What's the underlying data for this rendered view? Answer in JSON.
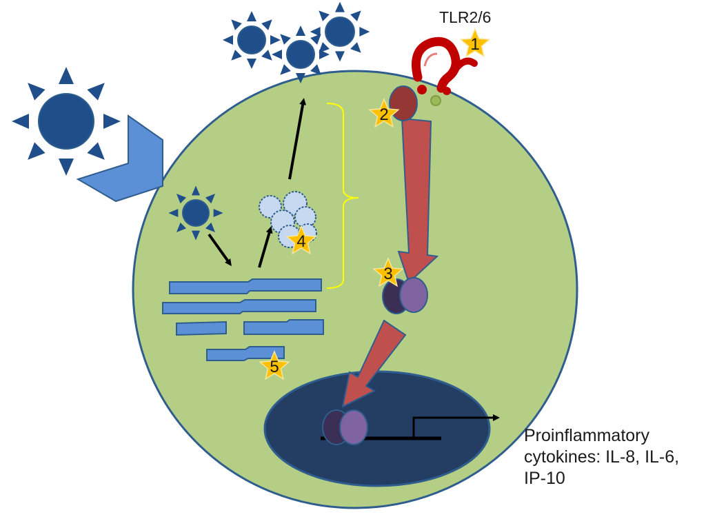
{
  "labels": {
    "receptor": "TLR2/6",
    "output_lines": [
      "Proinflammatory",
      "cytokines: IL-8, IL-6,",
      "IP-10"
    ]
  },
  "step_markers": [
    "1",
    "2",
    "3",
    "4",
    "5"
  ],
  "colors": {
    "cell": "#b5ce85",
    "cell_border": "#2e5d8e",
    "nucleus": "#243e63",
    "virus": "#1f4e8a",
    "er_membrane": "#5b8fd6",
    "signal_arrow": "#c0504d",
    "tlr": "#c00000",
    "star": "#ffc000",
    "complex_dark": "#3b2f55",
    "complex_light": "#8064a2",
    "particle": "#c6d9f1",
    "bracket": "#ffff00"
  }
}
